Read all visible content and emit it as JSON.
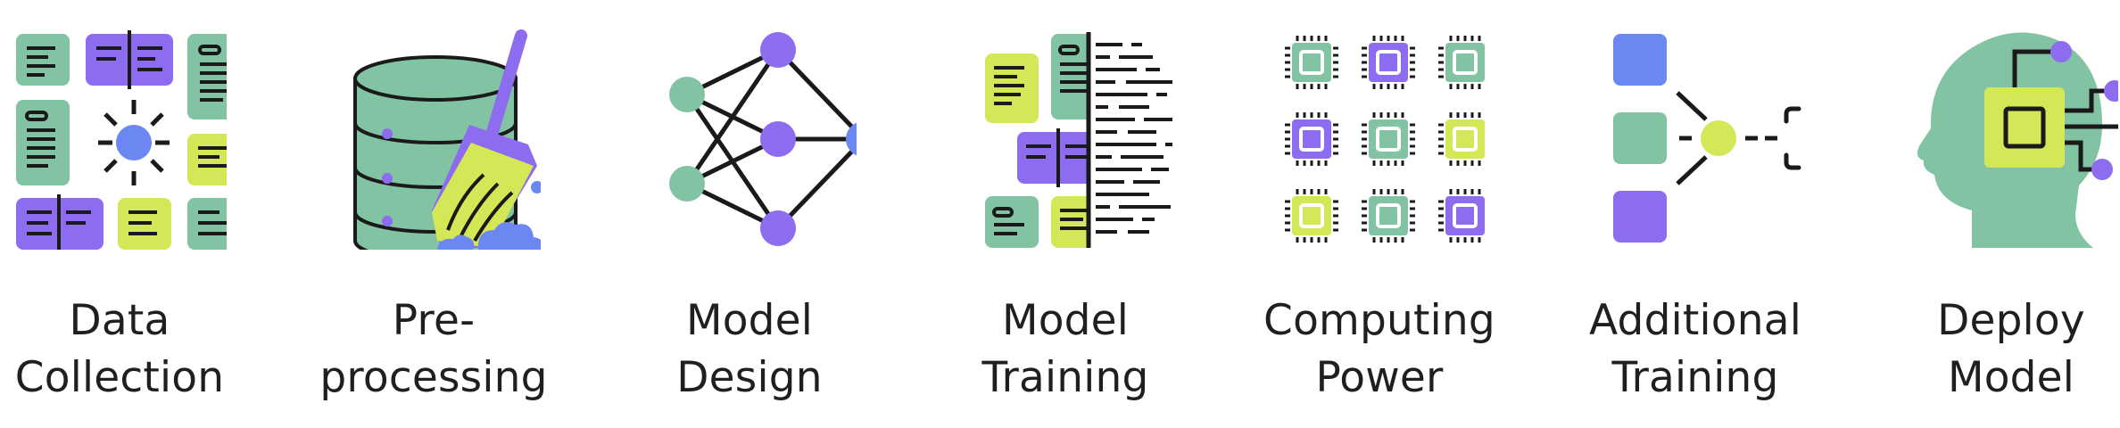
{
  "colors": {
    "green": "#82c3a3",
    "purple": "#8d6cf0",
    "blue": "#6b88f2",
    "lime": "#d4e857",
    "ink": "#1a1a1a",
    "text": "#1f1f1f"
  },
  "steps": [
    {
      "id": "data-collection",
      "icon": "data-grid-icon",
      "line1": "Data",
      "line2": "Collection"
    },
    {
      "id": "pre-processing",
      "icon": "database-broom-icon",
      "line1": "Pre-",
      "line2": "processing"
    },
    {
      "id": "model-design",
      "icon": "neural-network-icon",
      "line1": "Model",
      "line2": "Design"
    },
    {
      "id": "model-training",
      "icon": "training-data-icon",
      "line1": "Model",
      "line2": "Training"
    },
    {
      "id": "computing-power",
      "icon": "chip-grid-icon",
      "line1": "Computing",
      "line2": "Power"
    },
    {
      "id": "additional-training",
      "icon": "merge-node-icon",
      "line1": "Additional",
      "line2": "Training"
    },
    {
      "id": "deploy-model",
      "icon": "head-chip-icon",
      "line1": "Deploy",
      "line2": "Model"
    }
  ]
}
